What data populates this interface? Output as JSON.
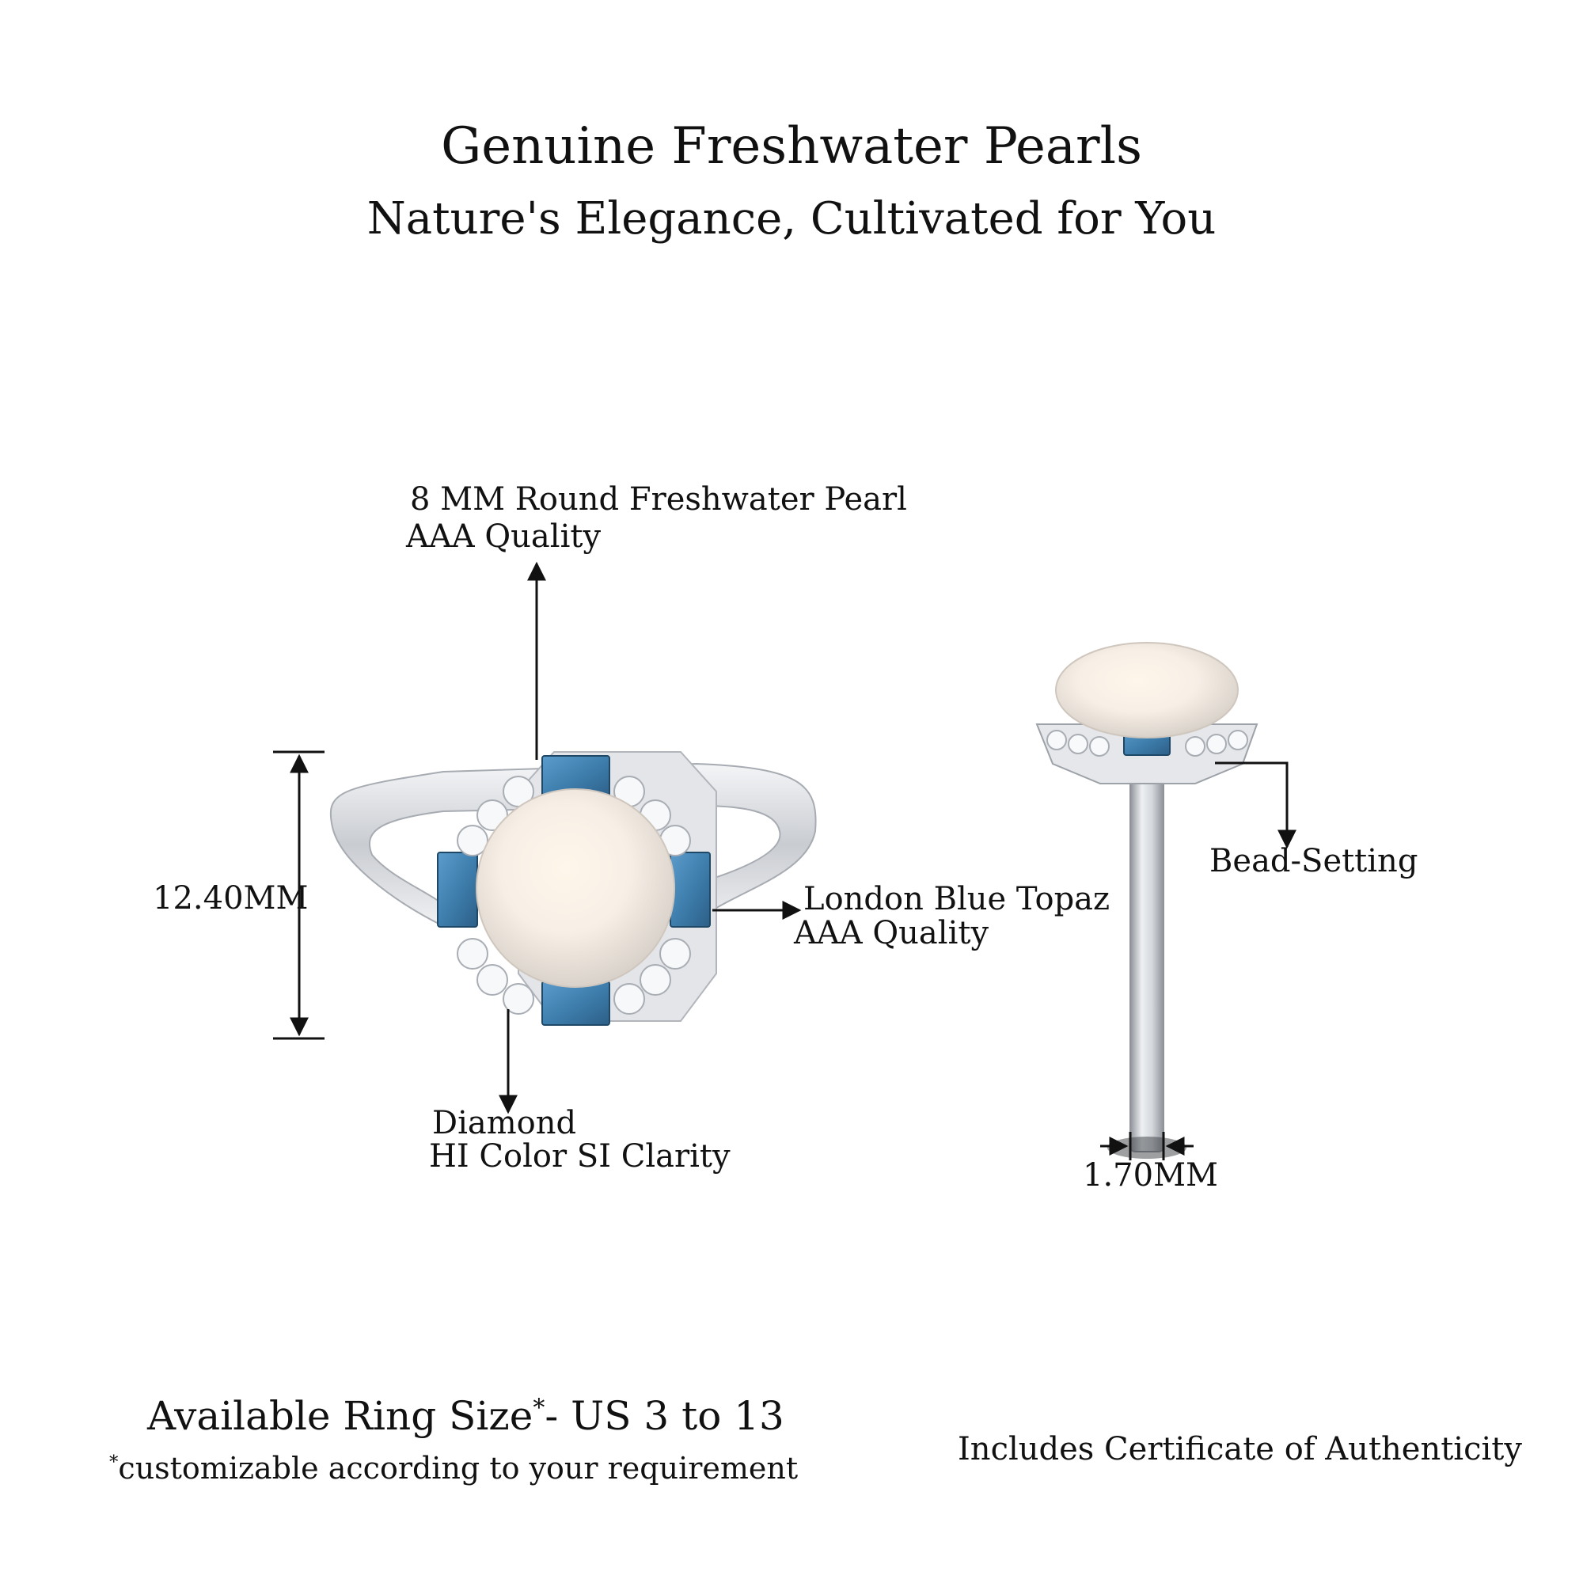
{
  "header": {
    "title": "Genuine Freshwater Pearls",
    "subtitle": "Nature's Elegance, Cultivated for You"
  },
  "callouts": {
    "pearl_line1": "8 MM Round Freshwater Pearl",
    "pearl_line2": "AAA Quality",
    "topaz_line1": "London Blue Topaz",
    "topaz_line2": "AAA Quality",
    "diamond_line1": "Diamond",
    "diamond_line2": "HI Color SI Clarity",
    "setting": "Bead-Setting"
  },
  "dimensions": {
    "height": "12.40MM",
    "band_width": "1.70MM"
  },
  "footer": {
    "size_label": "Available Ring Size",
    "size_asterisk": "*",
    "size_value": "- US 3 to 13",
    "note_asterisk": "*",
    "note": "customizable according to your requirement",
    "certificate": "Includes Certificate of Authenticity"
  },
  "colors": {
    "metal": "#dfe1e5",
    "metal_dark": "#9a9ea6",
    "pearl": "#f6f0e8",
    "topaz": "#3f7fae",
    "diamond": "#f4f6f9",
    "line": "#111111"
  }
}
